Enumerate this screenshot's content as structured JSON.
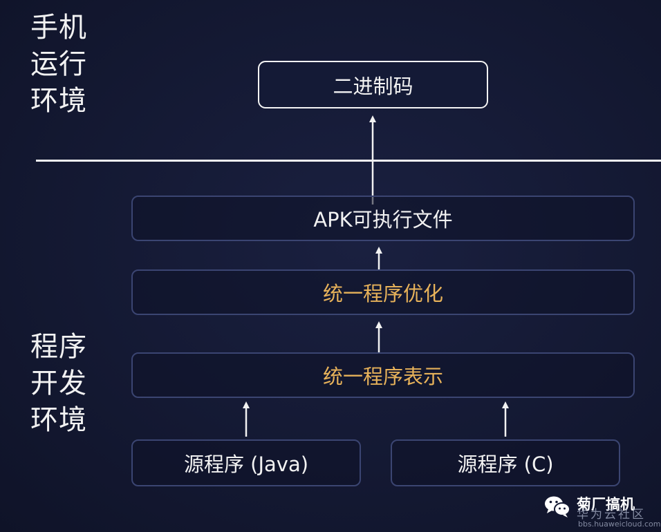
{
  "regions": {
    "top_label": "手机\n运行\n环境",
    "bottom_label": "程序\n开发\n环境"
  },
  "nodes": {
    "binary": "二进制码",
    "apk": "APK可执行文件",
    "optimize": "统一程序优化",
    "represent": "统一程序表示",
    "java_source": "源程序 (Java)",
    "c_source": "源程序 (C)"
  },
  "edges": [
    [
      "java_source",
      "represent"
    ],
    [
      "c_source",
      "represent"
    ],
    [
      "represent",
      "optimize"
    ],
    [
      "optimize",
      "apk"
    ],
    [
      "apk",
      "binary"
    ]
  ],
  "colors": {
    "background": "#141933",
    "highlight_text": "#e7b25a",
    "box_border": "#3b4572",
    "divider": "#f4f4f4"
  },
  "watermark": {
    "icon": "wechat-icon",
    "name": "菊厂搞机",
    "site": "华为云社区",
    "url": "bbs.huaweicloud.com"
  }
}
